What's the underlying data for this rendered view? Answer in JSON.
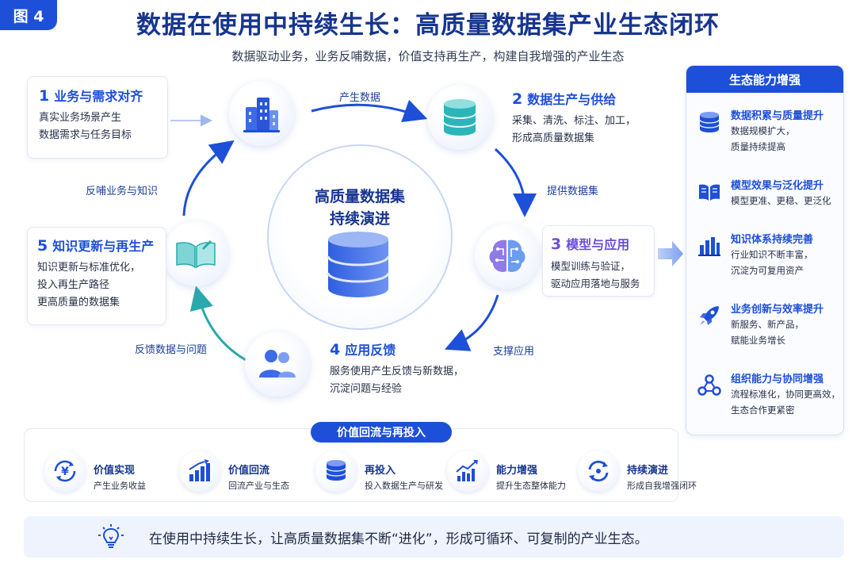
{
  "figure_tag": "图 4",
  "title": "数据在使用中持续生长：高质量数据集产业生态闭环",
  "subtitle": "数据驱动业务，业务反哺数据，价值支持再生产，构建自我增强的产业生态",
  "center": {
    "line1": "高质量数据集",
    "line2": "持续演进"
  },
  "stages": [
    {
      "num": "1",
      "title": "业务与需求对齐",
      "lines": [
        "真实业务场景产生",
        "数据需求与任务目标"
      ],
      "icon": "building-icon"
    },
    {
      "num": "2",
      "title": "数据生产与供给",
      "lines": [
        "采集、清洗、标注、加工，",
        "形成高质量数据集"
      ],
      "icon": "database-icon"
    },
    {
      "num": "3",
      "title": "模型与应用",
      "lines": [
        "模型训练与验证，",
        "驱动应用落地与服务"
      ],
      "icon": "brain-circuit-icon"
    },
    {
      "num": "4",
      "title": "应用反馈",
      "lines": [
        "服务使用产生反馈与新数据，",
        "沉淀问题与经验"
      ],
      "icon": "users-icon"
    },
    {
      "num": "5",
      "title": "知识更新与再生产",
      "lines": [
        "知识更新与标准优化，",
        "投入再生产路径",
        "更高质量的数据集"
      ],
      "icon": "open-book-icon"
    }
  ],
  "flow_labels": {
    "produce_data": "产生数据",
    "provide_dataset": "提供数据集",
    "support_app": "支撑应用",
    "feedback_data": "反馈数据与问题",
    "feed_back_business": "反哺业务与知识"
  },
  "side_panel": {
    "title": "生态能力增强",
    "items": [
      {
        "title": "数据积累与质量提升",
        "lines": [
          "数据规模扩大，",
          "质量持续提高"
        ],
        "icon": "database-icon"
      },
      {
        "title": "模型效果与泛化提升",
        "lines": [
          "模型更准、更稳、更泛化"
        ],
        "icon": "book-icon"
      },
      {
        "title": "知识体系持续完善",
        "lines": [
          "行业知识不断丰富，",
          "沉淀为可复用资产"
        ],
        "icon": "bar-chart-icon"
      },
      {
        "title": "业务创新与效率提升",
        "lines": [
          "新服务、新产品，",
          "赋能业务增长"
        ],
        "icon": "rocket-icon"
      },
      {
        "title": "组织能力与协同增强",
        "lines": [
          "流程标准化，协同更高效，",
          "生态合作更紧密"
        ],
        "icon": "network-icon"
      }
    ]
  },
  "value_flow": {
    "title": "价值回流与再投入",
    "steps": [
      {
        "title": "价值实现",
        "desc": "产生业务收益",
        "icon": "yuan-cycle-icon"
      },
      {
        "title": "价值回流",
        "desc": "回流产业与生态",
        "icon": "growth-chart-icon"
      },
      {
        "title": "再投入",
        "desc": "投入数据生产与研发",
        "icon": "coin-stack-icon"
      },
      {
        "title": "能力增强",
        "desc": "提升生态整体能力",
        "icon": "trend-up-icon"
      },
      {
        "title": "持续演进",
        "desc": "形成自我增强闭环",
        "icon": "refresh-cycle-icon"
      }
    ]
  },
  "footer": "在使用中持续生长，让高质量数据集不断“进化”，形成可循环、可复制的产业生态。",
  "colors": {
    "primary": "#1d4fd8",
    "dark": "#17358f",
    "teal": "#2bb5b8",
    "purple": "#6a4fd8"
  }
}
